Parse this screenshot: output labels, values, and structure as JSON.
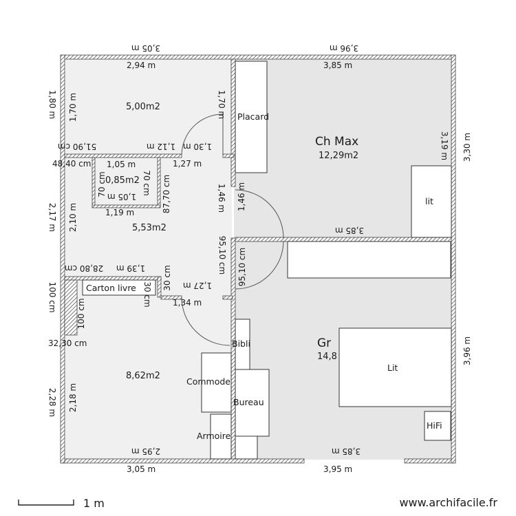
{
  "rooms": {
    "ch_max_name": "Ch Max",
    "ch_max_area": "12,29m2",
    "top_left_area": "5,00m2",
    "small_area": "0,85m2",
    "mid_left_area": "5,53m2",
    "bottom_left_area": "8,62m2",
    "gr_name": "Gr",
    "gr_area": "14,8"
  },
  "furniture": {
    "placard": "Placard",
    "lit_small": "lit",
    "lit_big": "Lit",
    "hifi": "HiFi",
    "bibli": "Bibli",
    "commode": "Commode",
    "bureau": "Bureau",
    "armoire": "Armoire",
    "carton": "Carton livre"
  },
  "dims": {
    "top_outer_left": "3,05 m",
    "top_outer_right": "3,96 m",
    "top_inner_left": "2,94 m",
    "top_inner_right": "3,85 m",
    "bottom_outer_left": "3,05 m",
    "bottom_outer_right": "3,95 m",
    "bottom_inner_left": "2,95 m",
    "bottom_inner_right": "3,85 m",
    "left_a_outer": "1,80 m",
    "left_a_inner": "1,70 m",
    "left_b_outer": "2,17 m",
    "left_b_inner": "2,10 m",
    "left_c_outer": "2,28 m",
    "left_c_inner": "2,18 m",
    "right_top_outer": "3,30 m",
    "right_top_inner": "3,19 m",
    "right_bottom": "3,96 m",
    "wall_1_70": "1,70 m",
    "wall_1_30": "1,30 m",
    "wall_1_12": "1,12 m",
    "wall_51_90": "51,90 cm",
    "wall_48_40": "48,40 cm",
    "wall_1_05": "1,05 m",
    "wall_1_27a": "1,27 m",
    "wall_1_46a": "1,46 m",
    "wall_1_46b": "1,46 m",
    "wall_70a": "70 cm",
    "wall_70b": "70 cm",
    "wall_1_05b": "1,05 m",
    "wall_87_70": "87,70 cm",
    "wall_1_19": "1,19 m",
    "mid_3_85": "3,85 m",
    "wall_95_10a": "95,10 cm",
    "wall_95_10b": "95,10 cm",
    "wall_1_39": "1,39 m",
    "wall_28_80": "28,80 cm",
    "wall_30a": "30 cm",
    "wall_30b": "30 cm",
    "wall_1_27b": "1,27 m",
    "wall_1_34": "1,34 m",
    "wall_100a": "100 cm",
    "wall_100b": "100 cm",
    "wall_32_30": "32,30 cm"
  },
  "scale": {
    "label": "1 m"
  },
  "watermark": "www.archifacile.fr",
  "colors": {
    "floor": "#efefef",
    "wall": "#555555",
    "furniture": "#ffffff"
  }
}
